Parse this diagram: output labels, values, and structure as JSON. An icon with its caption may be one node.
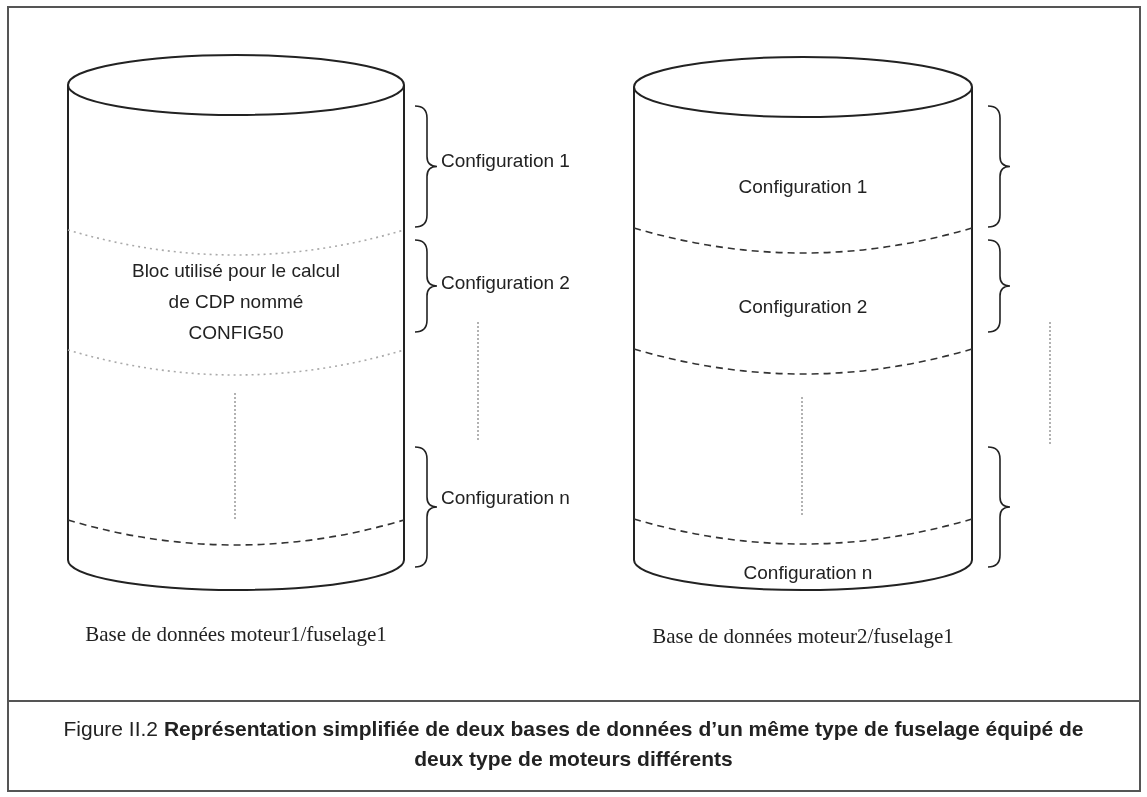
{
  "diagram": {
    "caption": "Figure II.2 **Représentation simplifiée de deux bases de données d’un même type de fuselage équipé de deux type de moteurs différents**",
    "nodes": [
      {
        "text": [
          "Bloc utilisé pour le calcul de CDP nommé CONFIG50"
        ],
        "beside": [
          "Base de données moteur1/fuselage1"
        ]
      },
      {
        "text": [
          "Configuration 1",
          "Configuration 2",
          "Configuration n"
        ],
        "beside": [
          "Base de données moteur2/fuselage1"
        ]
      }
    ],
    "labels": [
      "Configuration 1",
      "Configuration 2",
      "Configuration n"
    ]
  }
}
